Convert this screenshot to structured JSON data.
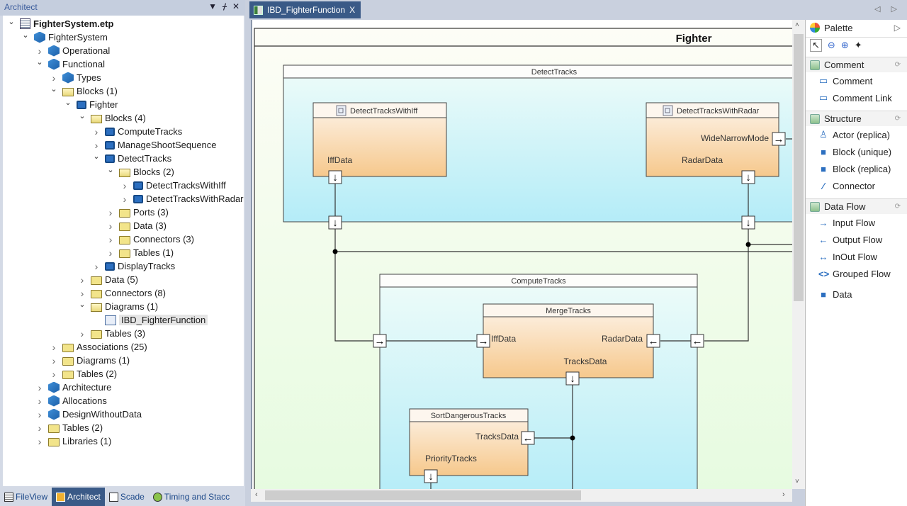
{
  "left_panel": {
    "title": "Architect",
    "header_icons": [
      "dropdown-icon",
      "pin-icon",
      "close-icon"
    ],
    "tree": [
      {
        "label": "FighterSystem.etp",
        "depth": 0,
        "icon": "project-file-icon",
        "expanded": true,
        "bold": true
      },
      {
        "label": "FighterSystem",
        "depth": 1,
        "icon": "package-icon",
        "expanded": true
      },
      {
        "label": "Operational",
        "depth": 2,
        "icon": "package-icon",
        "expanded": false
      },
      {
        "label": "Functional",
        "depth": 2,
        "icon": "package-icon",
        "expanded": true
      },
      {
        "label": "Types",
        "depth": 3,
        "icon": "package-icon",
        "expanded": false
      },
      {
        "label": "Blocks (1)",
        "depth": 3,
        "icon": "folder-open-icon",
        "expanded": true
      },
      {
        "label": "Fighter",
        "depth": 4,
        "icon": "block-icon",
        "expanded": true
      },
      {
        "label": "Blocks (4)",
        "depth": 5,
        "icon": "folder-open-icon",
        "expanded": true
      },
      {
        "label": "ComputeTracks",
        "depth": 6,
        "icon": "block-icon",
        "expanded": false
      },
      {
        "label": "ManageShootSequence",
        "depth": 6,
        "icon": "block-icon",
        "expanded": false
      },
      {
        "label": "DetectTracks",
        "depth": 6,
        "icon": "block-icon",
        "expanded": true
      },
      {
        "label": "Blocks (2)",
        "depth": 7,
        "icon": "folder-open-icon",
        "expanded": true
      },
      {
        "label": "DetectTracksWithIff",
        "depth": 8,
        "icon": "block-icon",
        "expanded": false
      },
      {
        "label": "DetectTracksWithRadar",
        "depth": 8,
        "icon": "block-icon",
        "expanded": false
      },
      {
        "label": "Ports (3)",
        "depth": 7,
        "icon": "folder-icon",
        "expanded": false
      },
      {
        "label": "Data (3)",
        "depth": 7,
        "icon": "folder-icon",
        "expanded": false
      },
      {
        "label": "Connectors (3)",
        "depth": 7,
        "icon": "folder-icon",
        "expanded": false
      },
      {
        "label": "Tables (1)",
        "depth": 7,
        "icon": "folder-icon",
        "expanded": false
      },
      {
        "label": "DisplayTracks",
        "depth": 6,
        "icon": "block-icon",
        "expanded": false
      },
      {
        "label": "Data (5)",
        "depth": 5,
        "icon": "folder-icon",
        "expanded": false
      },
      {
        "label": "Connectors (8)",
        "depth": 5,
        "icon": "folder-icon",
        "expanded": false
      },
      {
        "label": "Diagrams (1)",
        "depth": 5,
        "icon": "folder-open-icon",
        "expanded": true
      },
      {
        "label": "IBD_FighterFunction",
        "depth": 6,
        "icon": "diagram-icon",
        "leaf": true,
        "selected": true
      },
      {
        "label": "Tables (3)",
        "depth": 5,
        "icon": "folder-icon",
        "expanded": false
      },
      {
        "label": "Associations (25)",
        "depth": 3,
        "icon": "folder-icon",
        "expanded": false
      },
      {
        "label": "Diagrams (1)",
        "depth": 3,
        "icon": "folder-icon",
        "expanded": false
      },
      {
        "label": "Tables (2)",
        "depth": 3,
        "icon": "folder-icon",
        "expanded": false
      },
      {
        "label": "Architecture",
        "depth": 2,
        "icon": "package-icon",
        "expanded": false
      },
      {
        "label": "Allocations",
        "depth": 2,
        "icon": "package-icon",
        "expanded": false
      },
      {
        "label": "DesignWithoutData",
        "depth": 2,
        "icon": "package-icon",
        "expanded": false
      },
      {
        "label": "Tables (2)",
        "depth": 2,
        "icon": "folder-icon",
        "expanded": false
      },
      {
        "label": "Libraries (1)",
        "depth": 2,
        "icon": "folder-icon",
        "expanded": false
      }
    ],
    "bottom_tabs": [
      {
        "label": "FileView",
        "icon": "file-view-icon",
        "active": false
      },
      {
        "label": "Architect",
        "icon": "architect-icon",
        "active": true
      },
      {
        "label": "Scade",
        "icon": "scade-icon",
        "active": false
      },
      {
        "label": "Timing and Stacc",
        "icon": "timing-icon",
        "active": false
      }
    ]
  },
  "editor": {
    "tab_label": "IBD_FighterFunction",
    "tab_close": "X",
    "nav_arrows": "◁ ▷"
  },
  "diagram": {
    "frame_title": "Fighter",
    "detect_tracks": {
      "title": "DetectTracks",
      "iff_block": {
        "title": "DetectTracksWithIff",
        "port": "IffData"
      },
      "radar_block": {
        "title": "DetectTracksWithRadar",
        "ports": [
          "WideNarrowMode",
          "RadarData"
        ]
      }
    },
    "compute_tracks": {
      "title": "ComputeTracks",
      "merge_block": {
        "title": "MergeTracks",
        "ports": [
          "IffData",
          "RadarData",
          "TracksData"
        ]
      },
      "sort_block": {
        "title": "SortDangerousTracks",
        "ports": [
          "TracksData",
          "PriorityTracks"
        ]
      }
    }
  },
  "palette": {
    "title": "Palette",
    "tools": [
      "select-icon",
      "zoom-out-icon",
      "zoom-in-icon",
      "pan-icon"
    ],
    "drawers": [
      {
        "title": "Comment",
        "items": [
          "Comment",
          "Comment Link"
        ]
      },
      {
        "title": "Structure",
        "items": [
          "Actor (replica)",
          "Block (unique)",
          "Block (replica)",
          "Connector"
        ]
      },
      {
        "title": "Data Flow",
        "items": [
          "Input Flow",
          "Output Flow",
          "InOut Flow",
          "Grouped Flow",
          "Data"
        ]
      }
    ]
  },
  "colors": {
    "accent_tab": "#3a5a87",
    "block_fill_top": "#fdf3e8",
    "block_fill_bottom": "#f6c98c",
    "container_fill": "#b8eefa",
    "canvas_bg": "#effcec"
  }
}
